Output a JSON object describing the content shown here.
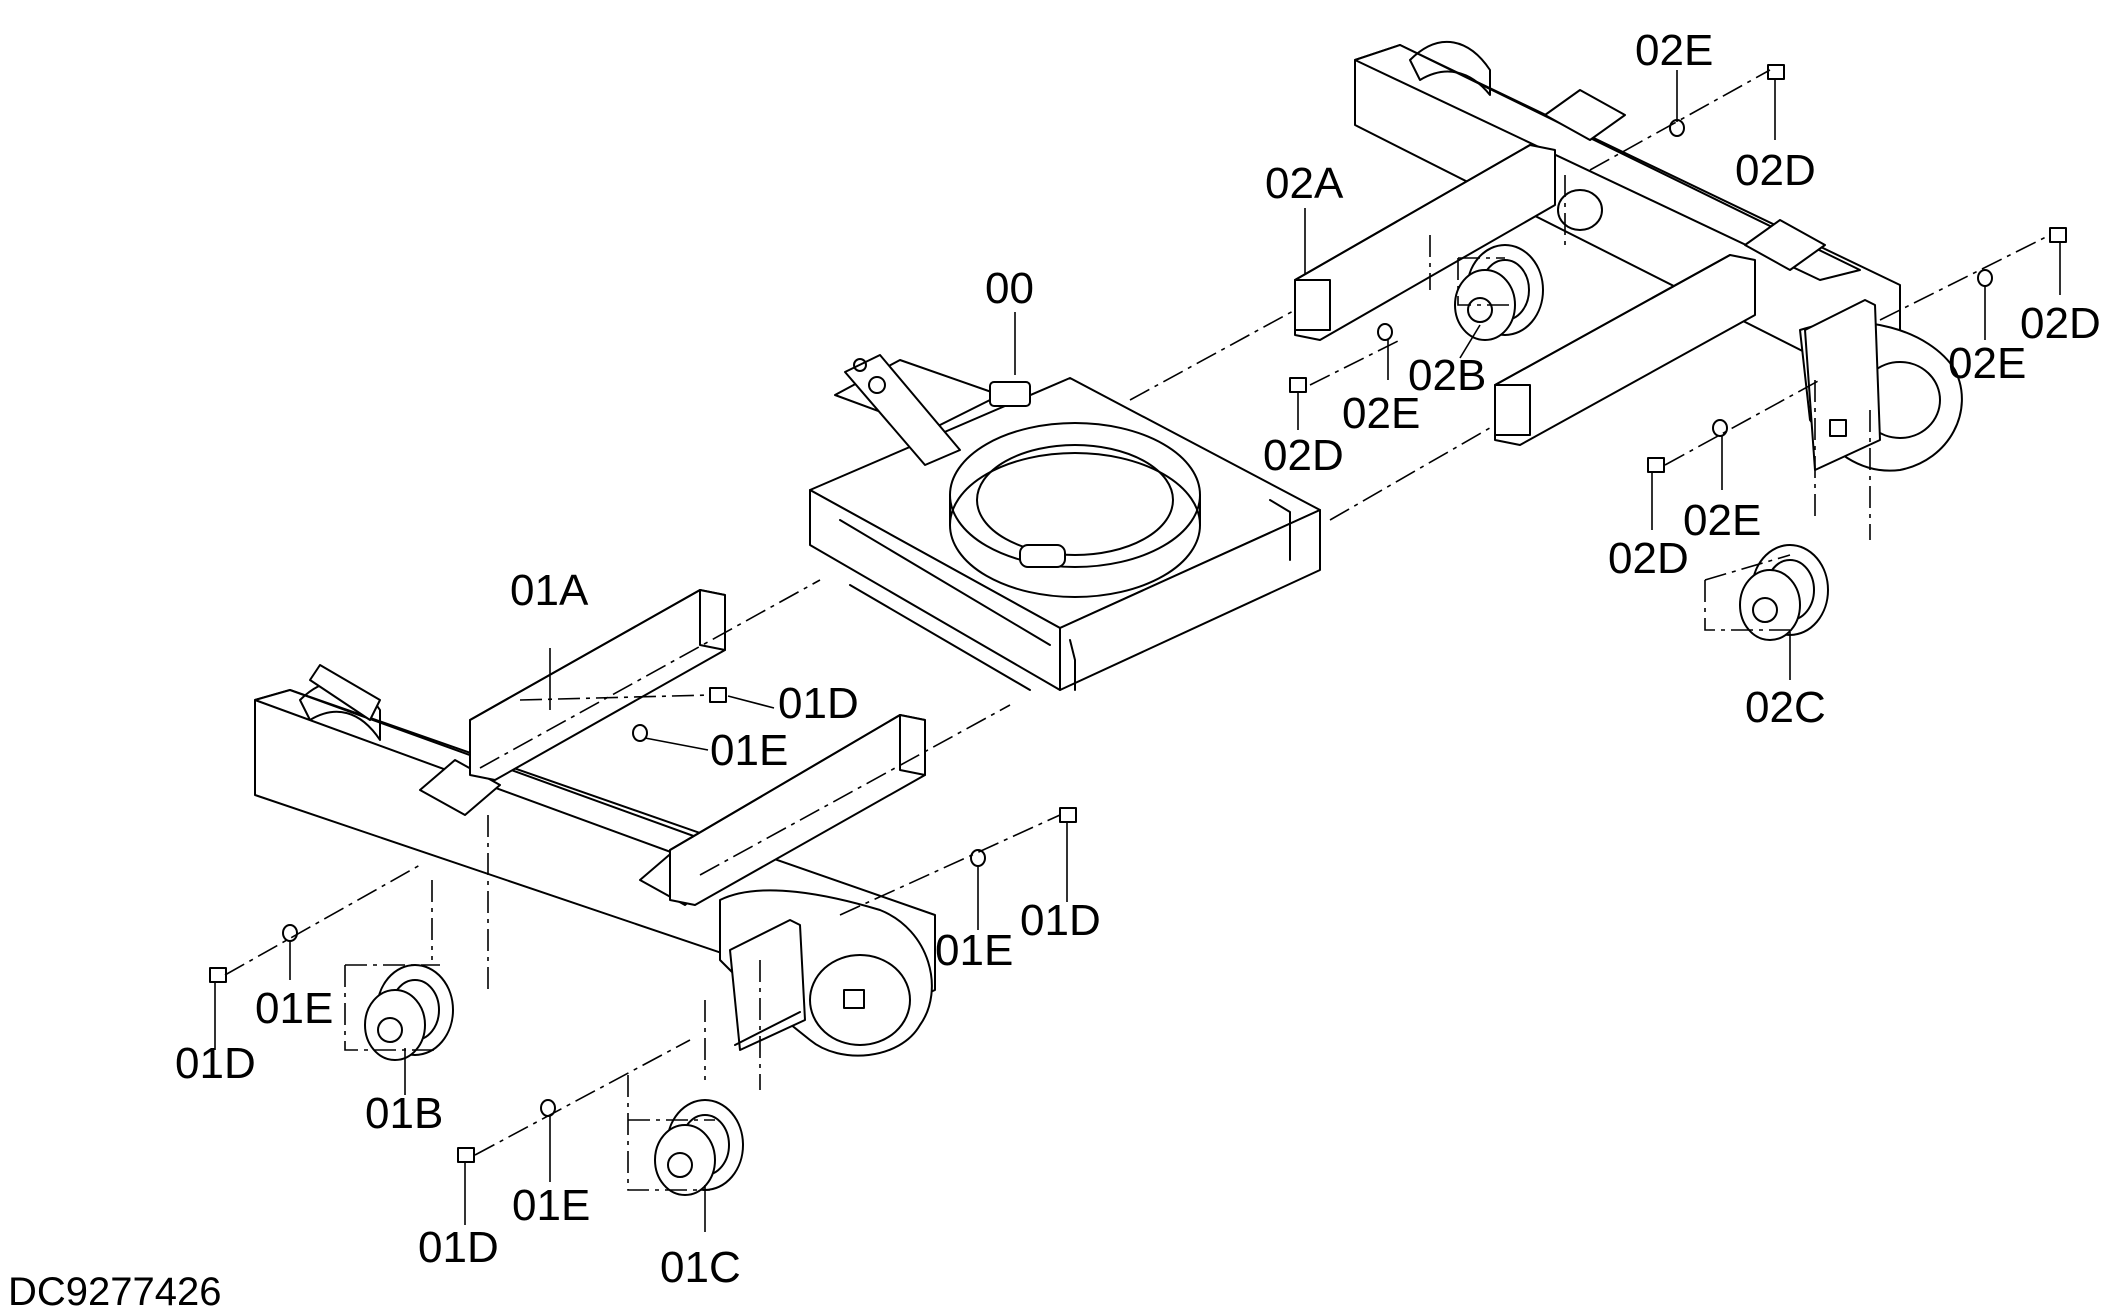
{
  "document_id": "DC9277426",
  "parts": {
    "p00": "00",
    "p01A": "01A",
    "p01B": "01B",
    "p01C": "01C",
    "p01D": "01D",
    "p01E": "01E",
    "p02A": "02A",
    "p02B": "02B",
    "p02C": "02C",
    "p02D": "02D",
    "p02E": "02E"
  }
}
